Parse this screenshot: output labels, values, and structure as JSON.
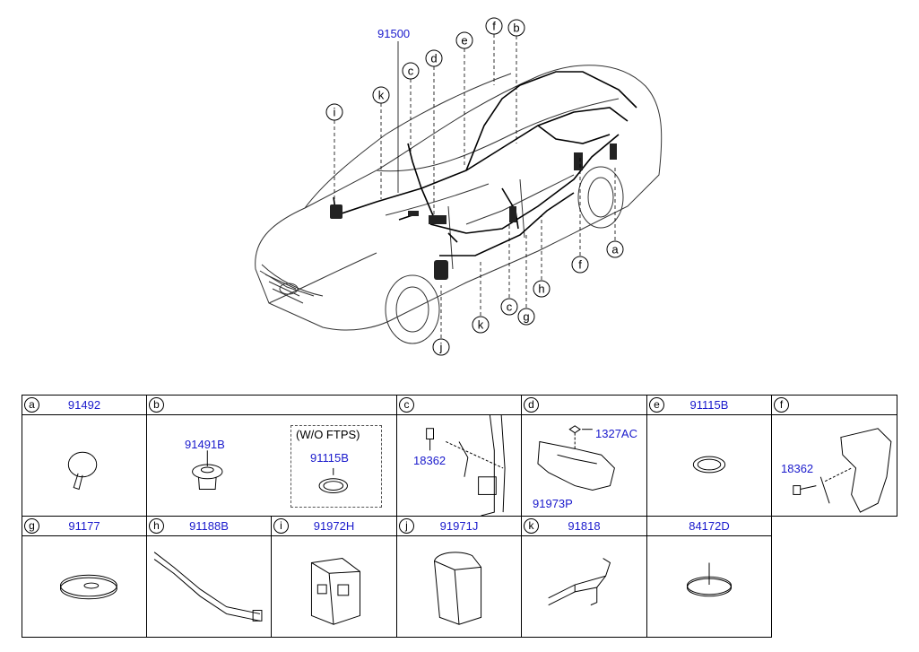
{
  "diagram": {
    "main_part": "91500",
    "callouts_top": [
      "f",
      "b",
      "e",
      "d",
      "c",
      "k",
      "i"
    ],
    "callouts_bottom": [
      "a",
      "f",
      "h",
      "c",
      "g",
      "k",
      "j"
    ]
  },
  "table": [
    {
      "ref": "a",
      "part": "91492",
      "icon": "grommet-plug-icon"
    },
    {
      "ref": "b",
      "part": "",
      "sub": [
        {
          "part": "91491B"
        },
        {
          "note": "(W/O FTPS)",
          "part": "91115B"
        }
      ],
      "icon": "grommet-icon"
    },
    {
      "ref": "c",
      "part": "",
      "sub": [
        {
          "part": "18362"
        }
      ],
      "icon": "bolt-pillar-icon"
    },
    {
      "ref": "d",
      "part": "",
      "sub": [
        {
          "part": "1327AC"
        },
        {
          "part": "91973P"
        }
      ],
      "icon": "bracket-icon"
    },
    {
      "ref": "e",
      "part": "91115B",
      "icon": "ring-grommet-icon"
    },
    {
      "ref": "f",
      "part": "",
      "sub": [
        {
          "part": "18362"
        }
      ],
      "icon": "bolt-panel-icon"
    },
    {
      "ref": "g",
      "part": "91177",
      "icon": "oval-grommet-icon"
    },
    {
      "ref": "h",
      "part": "91188B",
      "icon": "harness-protector-icon"
    },
    {
      "ref": "i",
      "part": "91972H",
      "icon": "relay-box-icon"
    },
    {
      "ref": "j",
      "part": "91971J",
      "icon": "module-cover-icon"
    },
    {
      "ref": "k",
      "part": "91818",
      "icon": "protector-channel-icon"
    },
    {
      "ref": "",
      "part": "84172D",
      "icon": "round-plug-icon"
    }
  ]
}
